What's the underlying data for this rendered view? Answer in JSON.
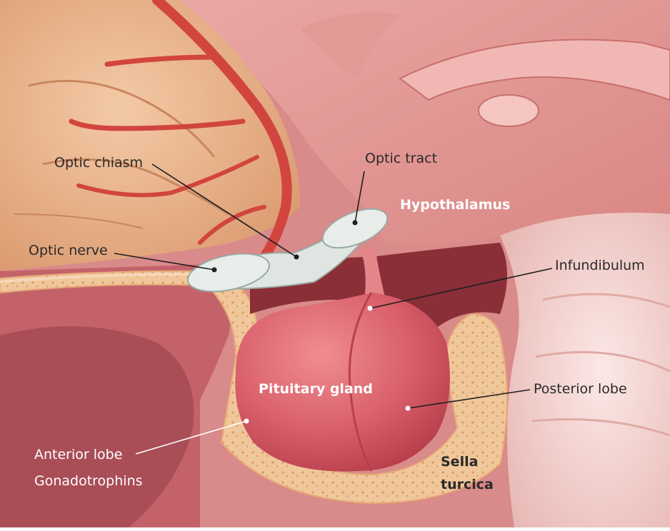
{
  "diagram": {
    "labels": {
      "optic_chiasm": "Optic chiasm",
      "optic_tract": "Optic tract",
      "hypothalamus": "Hypothalamus",
      "optic_nerve": "Optic nerve",
      "infundibulum": "Infundibulum",
      "pituitary_gland": "Pituitary gland",
      "posterior_lobe": "Posterior lobe",
      "anterior_lobe": "Anterior lobe",
      "gonadotrophins": "Gonadotrophins",
      "sella_line1": "Sella",
      "sella_line2": "turcica"
    },
    "colors": {
      "background_tissue": "#d98a8a",
      "brain_pink": "#e7a3a0",
      "frontal_lobe": "#e8b48e",
      "bone": "#f0c79a",
      "gland": "#d9606a",
      "artery": "#d2453f",
      "optic_nerve": "#dfe6e2",
      "cerebellum": "#f3d6d3",
      "label_dark": "#2a2a2a",
      "label_light": "#ffffff"
    }
  }
}
